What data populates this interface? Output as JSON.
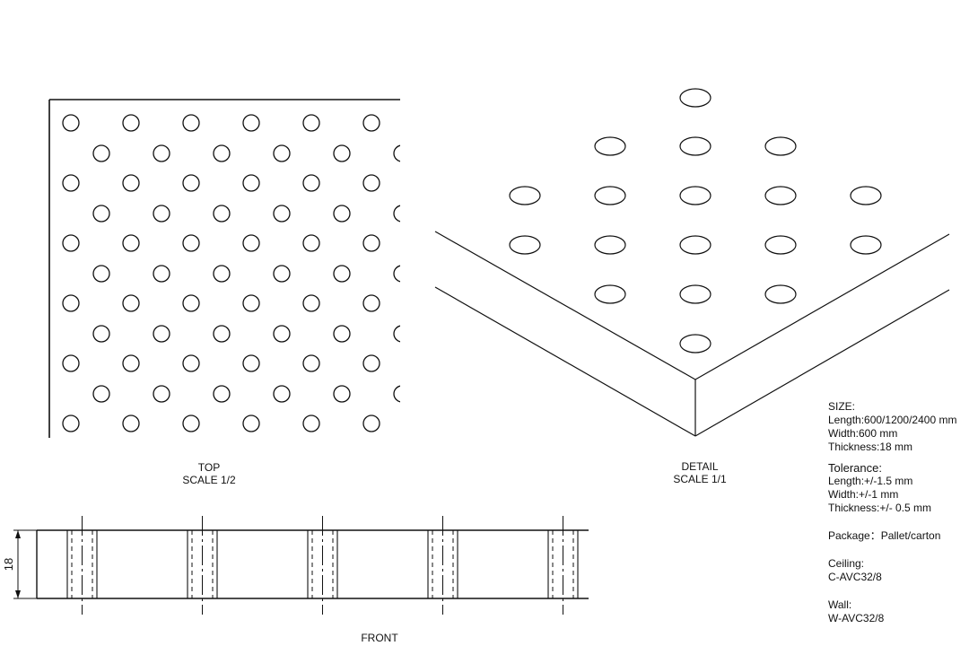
{
  "views": {
    "top": {
      "name": "TOP",
      "scale": "SCALE 1/2"
    },
    "detail": {
      "name": "DETAIL",
      "scale": "SCALE 1/1"
    },
    "front": {
      "name": "FRONT",
      "dimension": "18"
    }
  },
  "specs": {
    "size_heading": "SIZE:",
    "length": "Length:600/1200/2400 mm",
    "width": "Width:600 mm",
    "thickness": "Thickness:18 mm",
    "tolerance_heading": "Tolerance:",
    "tol_length": "Length:+/-1.5 mm",
    "tol_width": "Width:+/-1 mm",
    "tol_thickness": "Thickness:+/- 0.5 mm",
    "package": "Package：Pallet/carton",
    "ceiling_heading": "Ceiling:",
    "ceiling_code": "C-AVC32/8",
    "wall_heading": "Wall:",
    "wall_code": "W-AVC32/8"
  }
}
